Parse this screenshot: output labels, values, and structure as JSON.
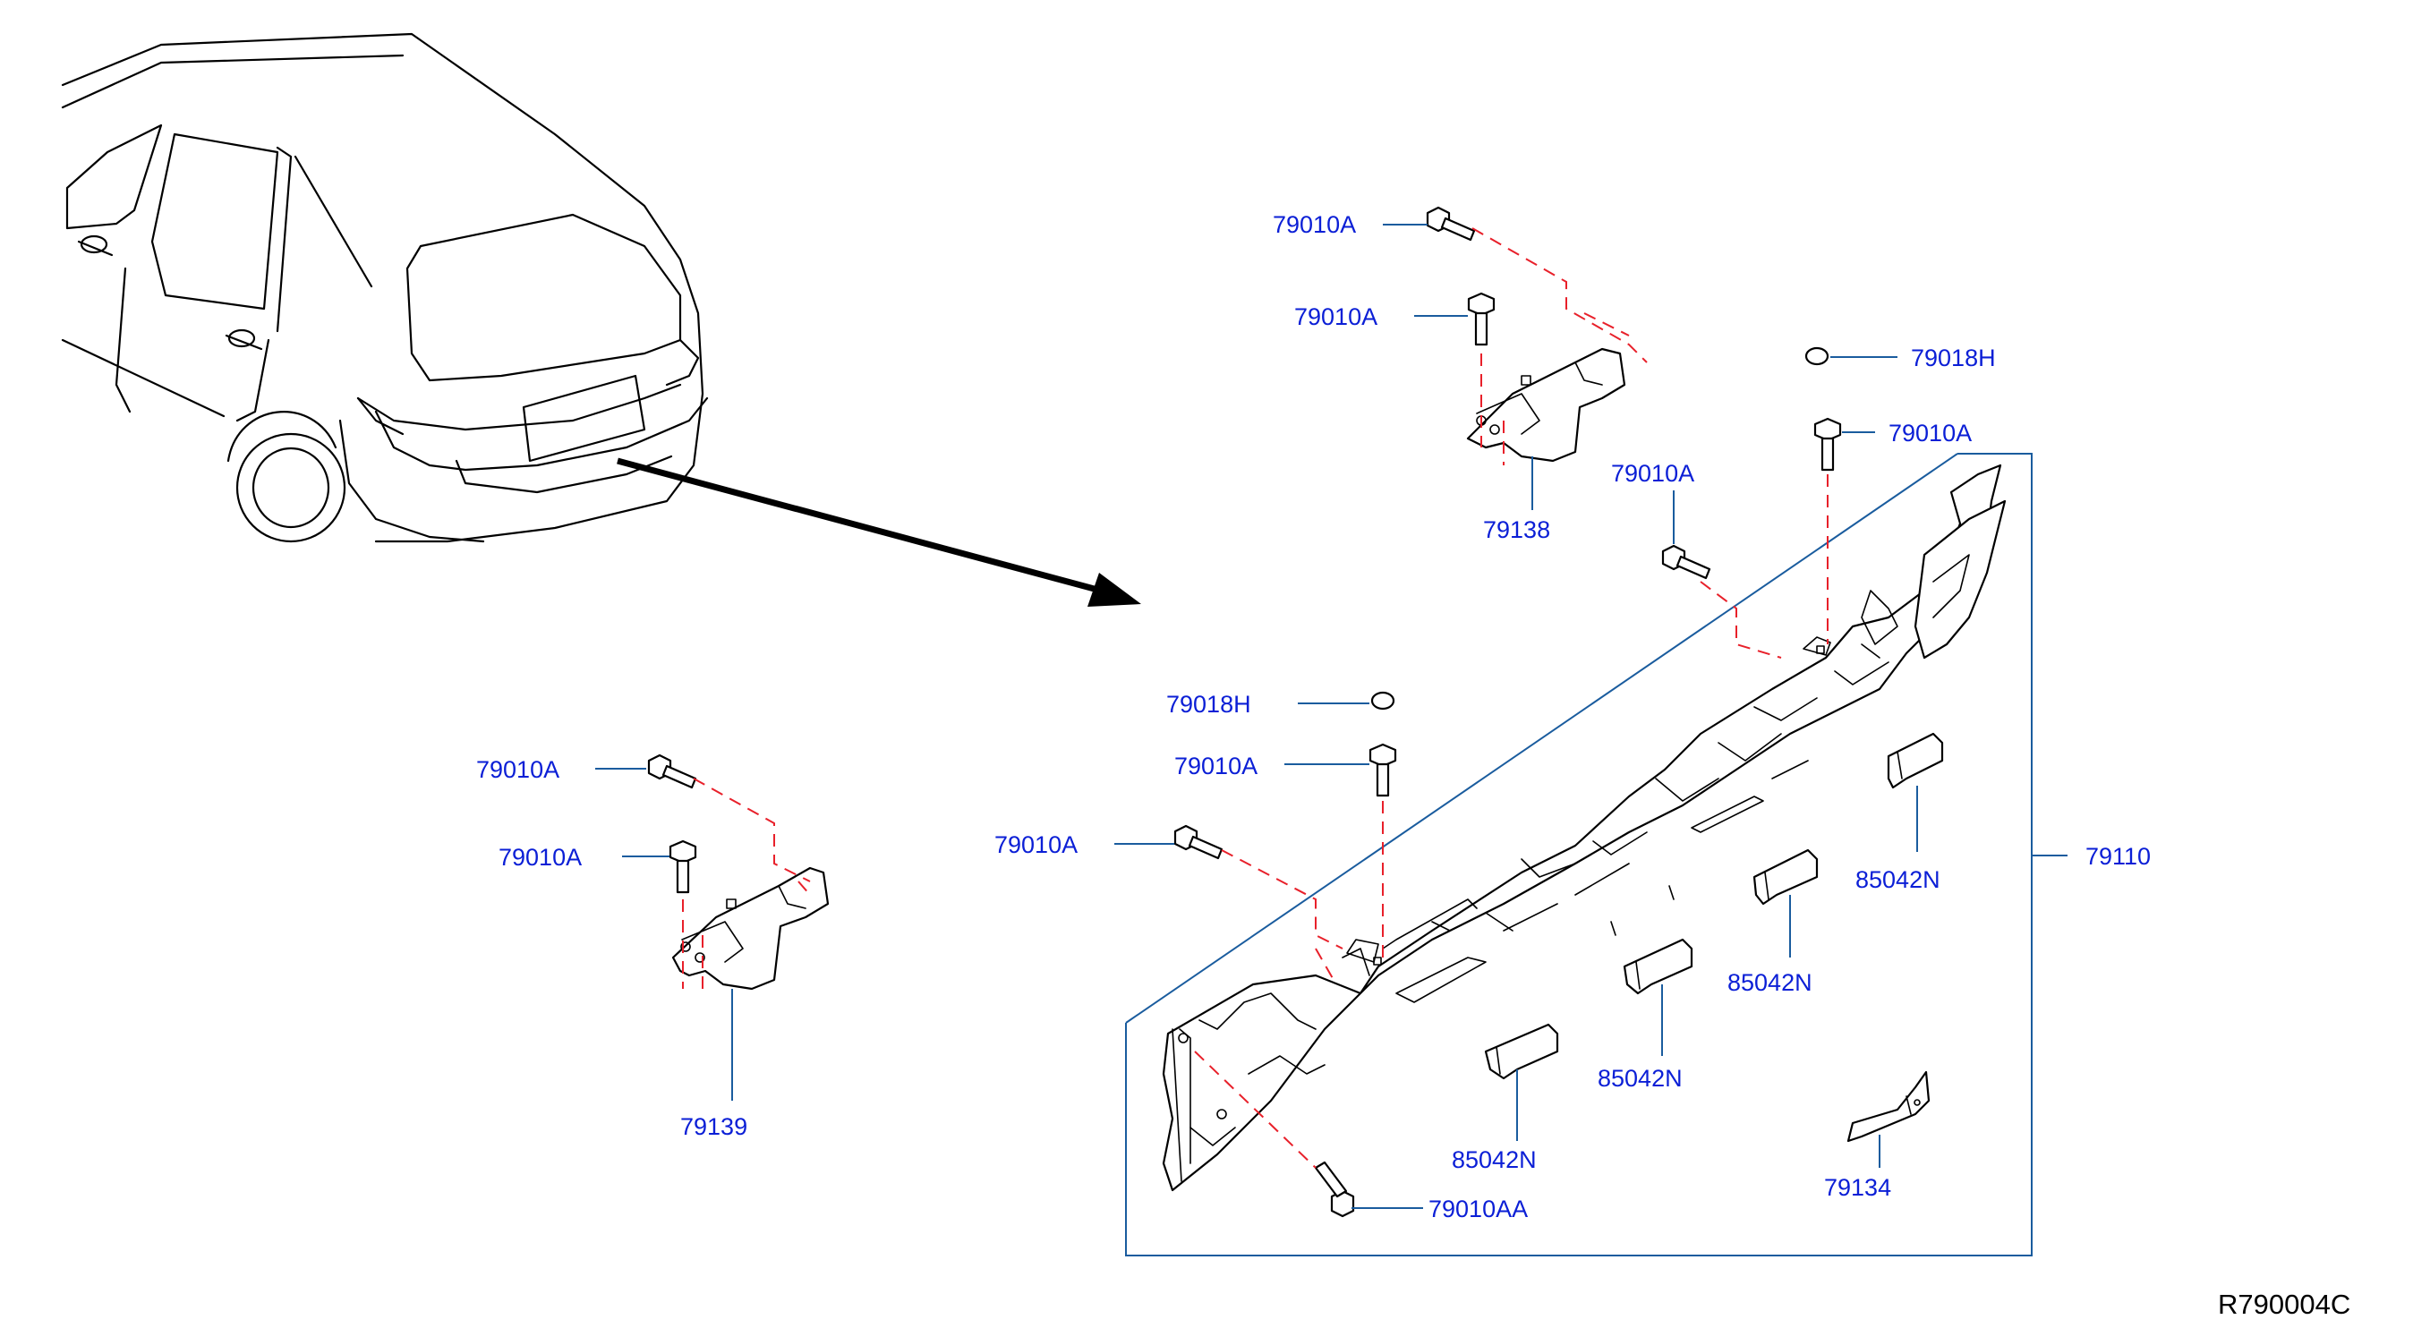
{
  "diagram_ref": "R790004C",
  "colors": {
    "callout_text": "#0b1fd6",
    "leader_line": "#1a5c9e",
    "dashed_guide": "#e8202a",
    "line_art": "#000000"
  },
  "callouts": {
    "c1": "79010A",
    "c2": "79010A",
    "c3": "79018H",
    "c4": "79010A",
    "c5": "79010A",
    "c6": "79138",
    "c7": "79018H",
    "c8": "79010A",
    "c9": "79010A",
    "c10": "79010A",
    "c11": "79010A",
    "c12": "79110",
    "c13": "85042N",
    "c14": "85042N",
    "c15": "85042N",
    "c16": "85042N",
    "c17": "79139",
    "c18": "79134",
    "c19": "79010AA"
  }
}
